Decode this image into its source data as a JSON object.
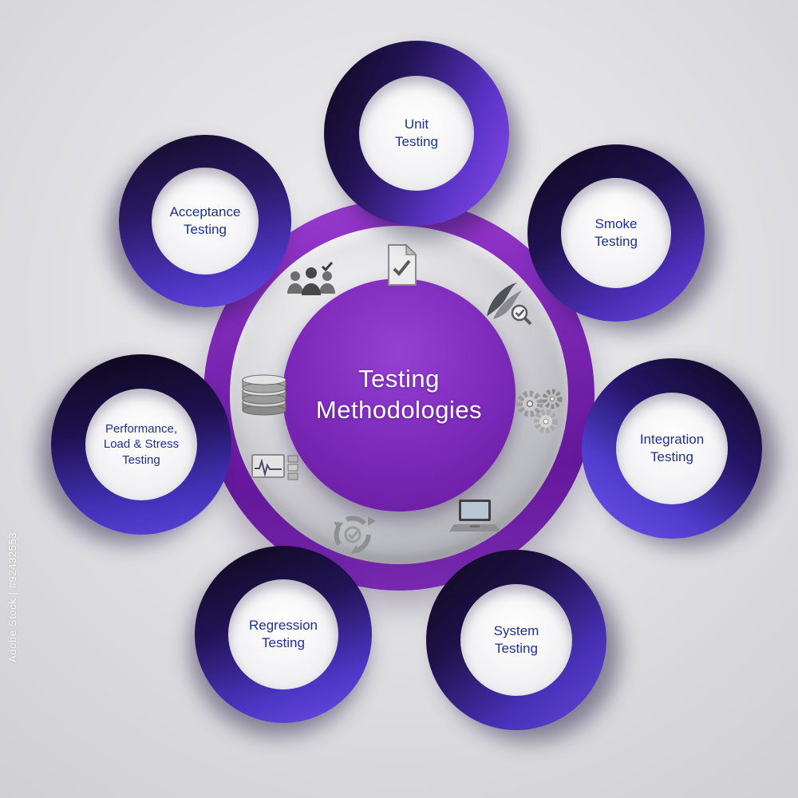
{
  "center": {
    "title": "Testing\nMethodologies"
  },
  "watermark": {
    "text": "Adobe Stock | #92432553"
  },
  "nodes": [
    {
      "id": "unit-testing",
      "label": "Unit\nTesting"
    },
    {
      "id": "smoke-testing",
      "label": "Smoke\nTesting"
    },
    {
      "id": "integration-testing",
      "label": "Integration\nTesting"
    },
    {
      "id": "system-testing",
      "label": "System\nTesting"
    },
    {
      "id": "regression-testing",
      "label": "Regression\nTesting"
    },
    {
      "id": "performance-testing",
      "label": "Performance,\nLoad & Stress\nTesting"
    },
    {
      "id": "acceptance-testing",
      "label": "Acceptance\nTesting"
    }
  ],
  "icons": [
    {
      "name": "users-group-icon"
    },
    {
      "name": "document-check-icon"
    },
    {
      "name": "feather-search-icon"
    },
    {
      "name": "gears-icon"
    },
    {
      "name": "laptop-icon"
    },
    {
      "name": "sync-arrows-icon"
    },
    {
      "name": "database-icon"
    },
    {
      "name": "chart-monitor-icon"
    }
  ],
  "colors": {
    "node_ring_dark": "#0d0818",
    "node_ring_purple": "#5a34c6",
    "center_purple": "#7b28b8",
    "silver_ring": "#c9c9cf",
    "label_text": "#1c3190",
    "center_text": "#ffffff",
    "background": "#e2e2e5"
  }
}
